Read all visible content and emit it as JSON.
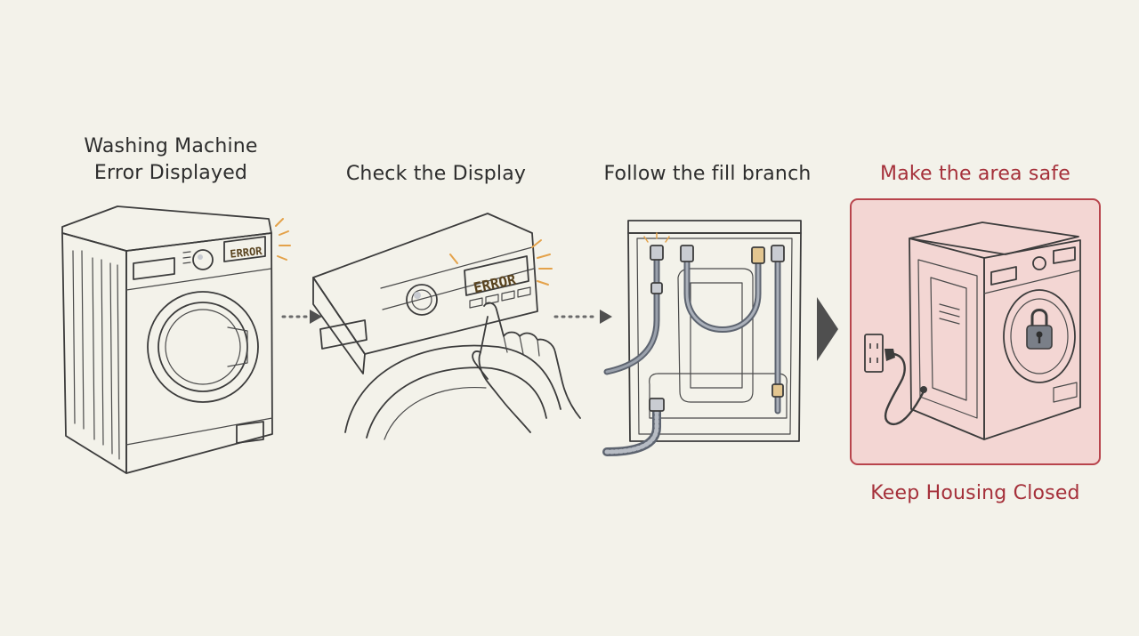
{
  "steps": [
    {
      "title_line1": "Washing Machine",
      "title_line2": "Error Displayed"
    },
    {
      "title": "Check the Display"
    },
    {
      "title": "Follow the fill branch"
    },
    {
      "title": "Make the area safe",
      "caption": "Keep Housing Closed"
    }
  ],
  "display_text": "ERROR",
  "colors": {
    "background": "#f3f2ea",
    "safety_red": "#a5303a",
    "safety_panel": "#f3d6d3",
    "lcd_amber": "#e9b25a"
  },
  "icons": [
    "washing-machine-icon",
    "pointing-hand-icon",
    "hose-icon",
    "wall-outlet-icon",
    "padlock-icon",
    "arrow-right-icon"
  ]
}
